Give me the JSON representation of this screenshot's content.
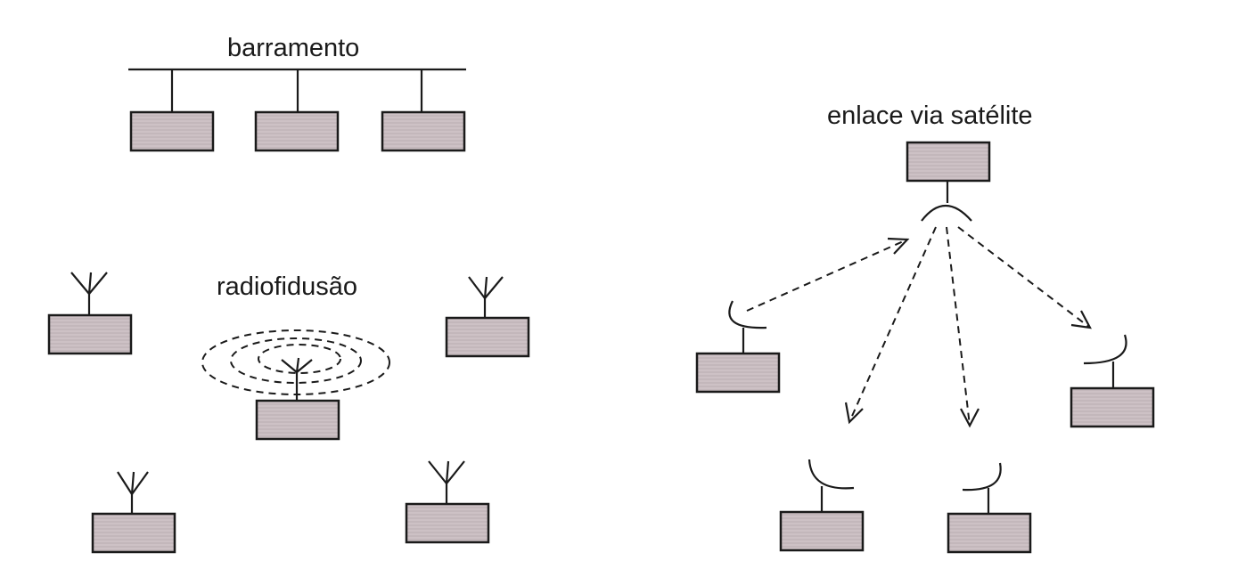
{
  "labels": {
    "bus": "barramento",
    "broadcast": "radiofidusão",
    "satellite": "enlace via satélite"
  },
  "colors": {
    "box_fill": "#cfc3c7",
    "stroke": "#1a1a1a"
  }
}
